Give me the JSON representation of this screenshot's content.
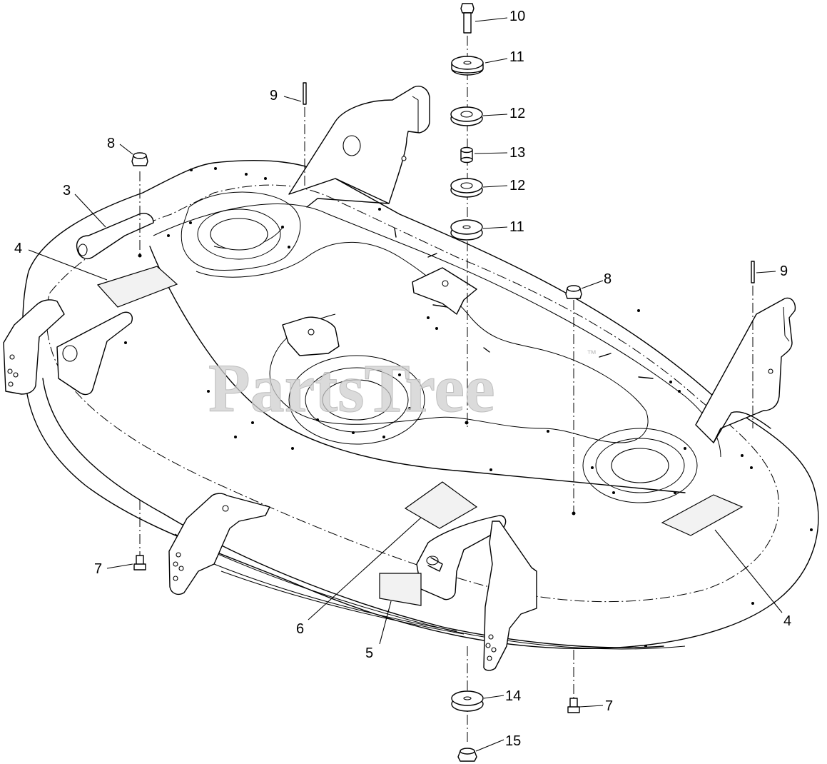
{
  "diagram": {
    "watermark": "PartsTree",
    "watermark_mark": "™",
    "callouts": [
      {
        "id": "c10",
        "label": "10"
      },
      {
        "id": "c11a",
        "label": "11"
      },
      {
        "id": "c12a",
        "label": "12"
      },
      {
        "id": "c13",
        "label": "13"
      },
      {
        "id": "c12b",
        "label": "12"
      },
      {
        "id": "c11b",
        "label": "11"
      },
      {
        "id": "c9a",
        "label": "9"
      },
      {
        "id": "c8a",
        "label": "8"
      },
      {
        "id": "c3",
        "label": "3"
      },
      {
        "id": "c4a",
        "label": "4"
      },
      {
        "id": "c8b",
        "label": "8"
      },
      {
        "id": "c9b",
        "label": "9"
      },
      {
        "id": "c7a",
        "label": "7"
      },
      {
        "id": "c6",
        "label": "6"
      },
      {
        "id": "c5",
        "label": "5"
      },
      {
        "id": "c4b",
        "label": "4"
      },
      {
        "id": "c14",
        "label": "14"
      },
      {
        "id": "c7b",
        "label": "7"
      },
      {
        "id": "c15",
        "label": "15"
      }
    ]
  }
}
